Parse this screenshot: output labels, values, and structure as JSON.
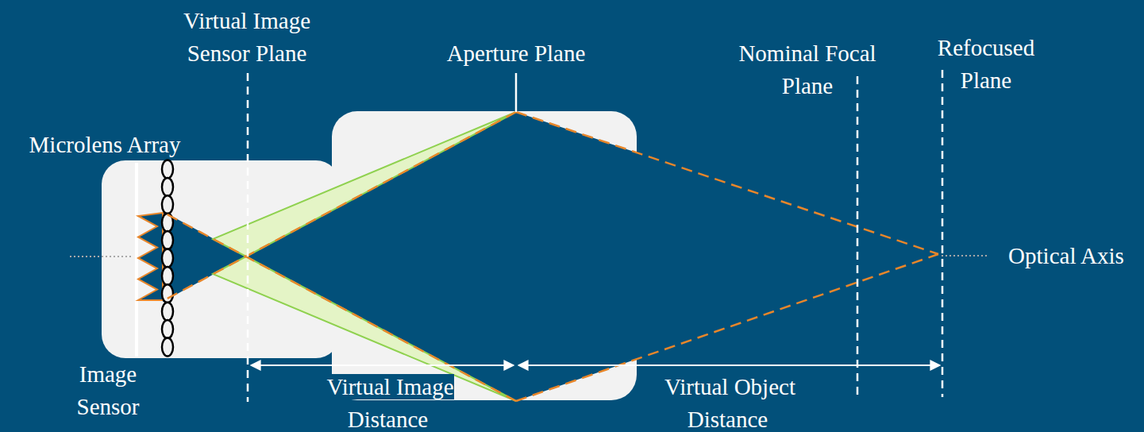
{
  "diagram": {
    "labels": [
      "Virtual Image Sensor Plane",
      "Aperture Plane",
      "Nominal Focal Plane",
      "Refocused Plane",
      "Microlens Array",
      "Optical Axis",
      "Image Sensor",
      "Virtual Image Distance",
      "Virtual Object Distance"
    ]
  }
}
